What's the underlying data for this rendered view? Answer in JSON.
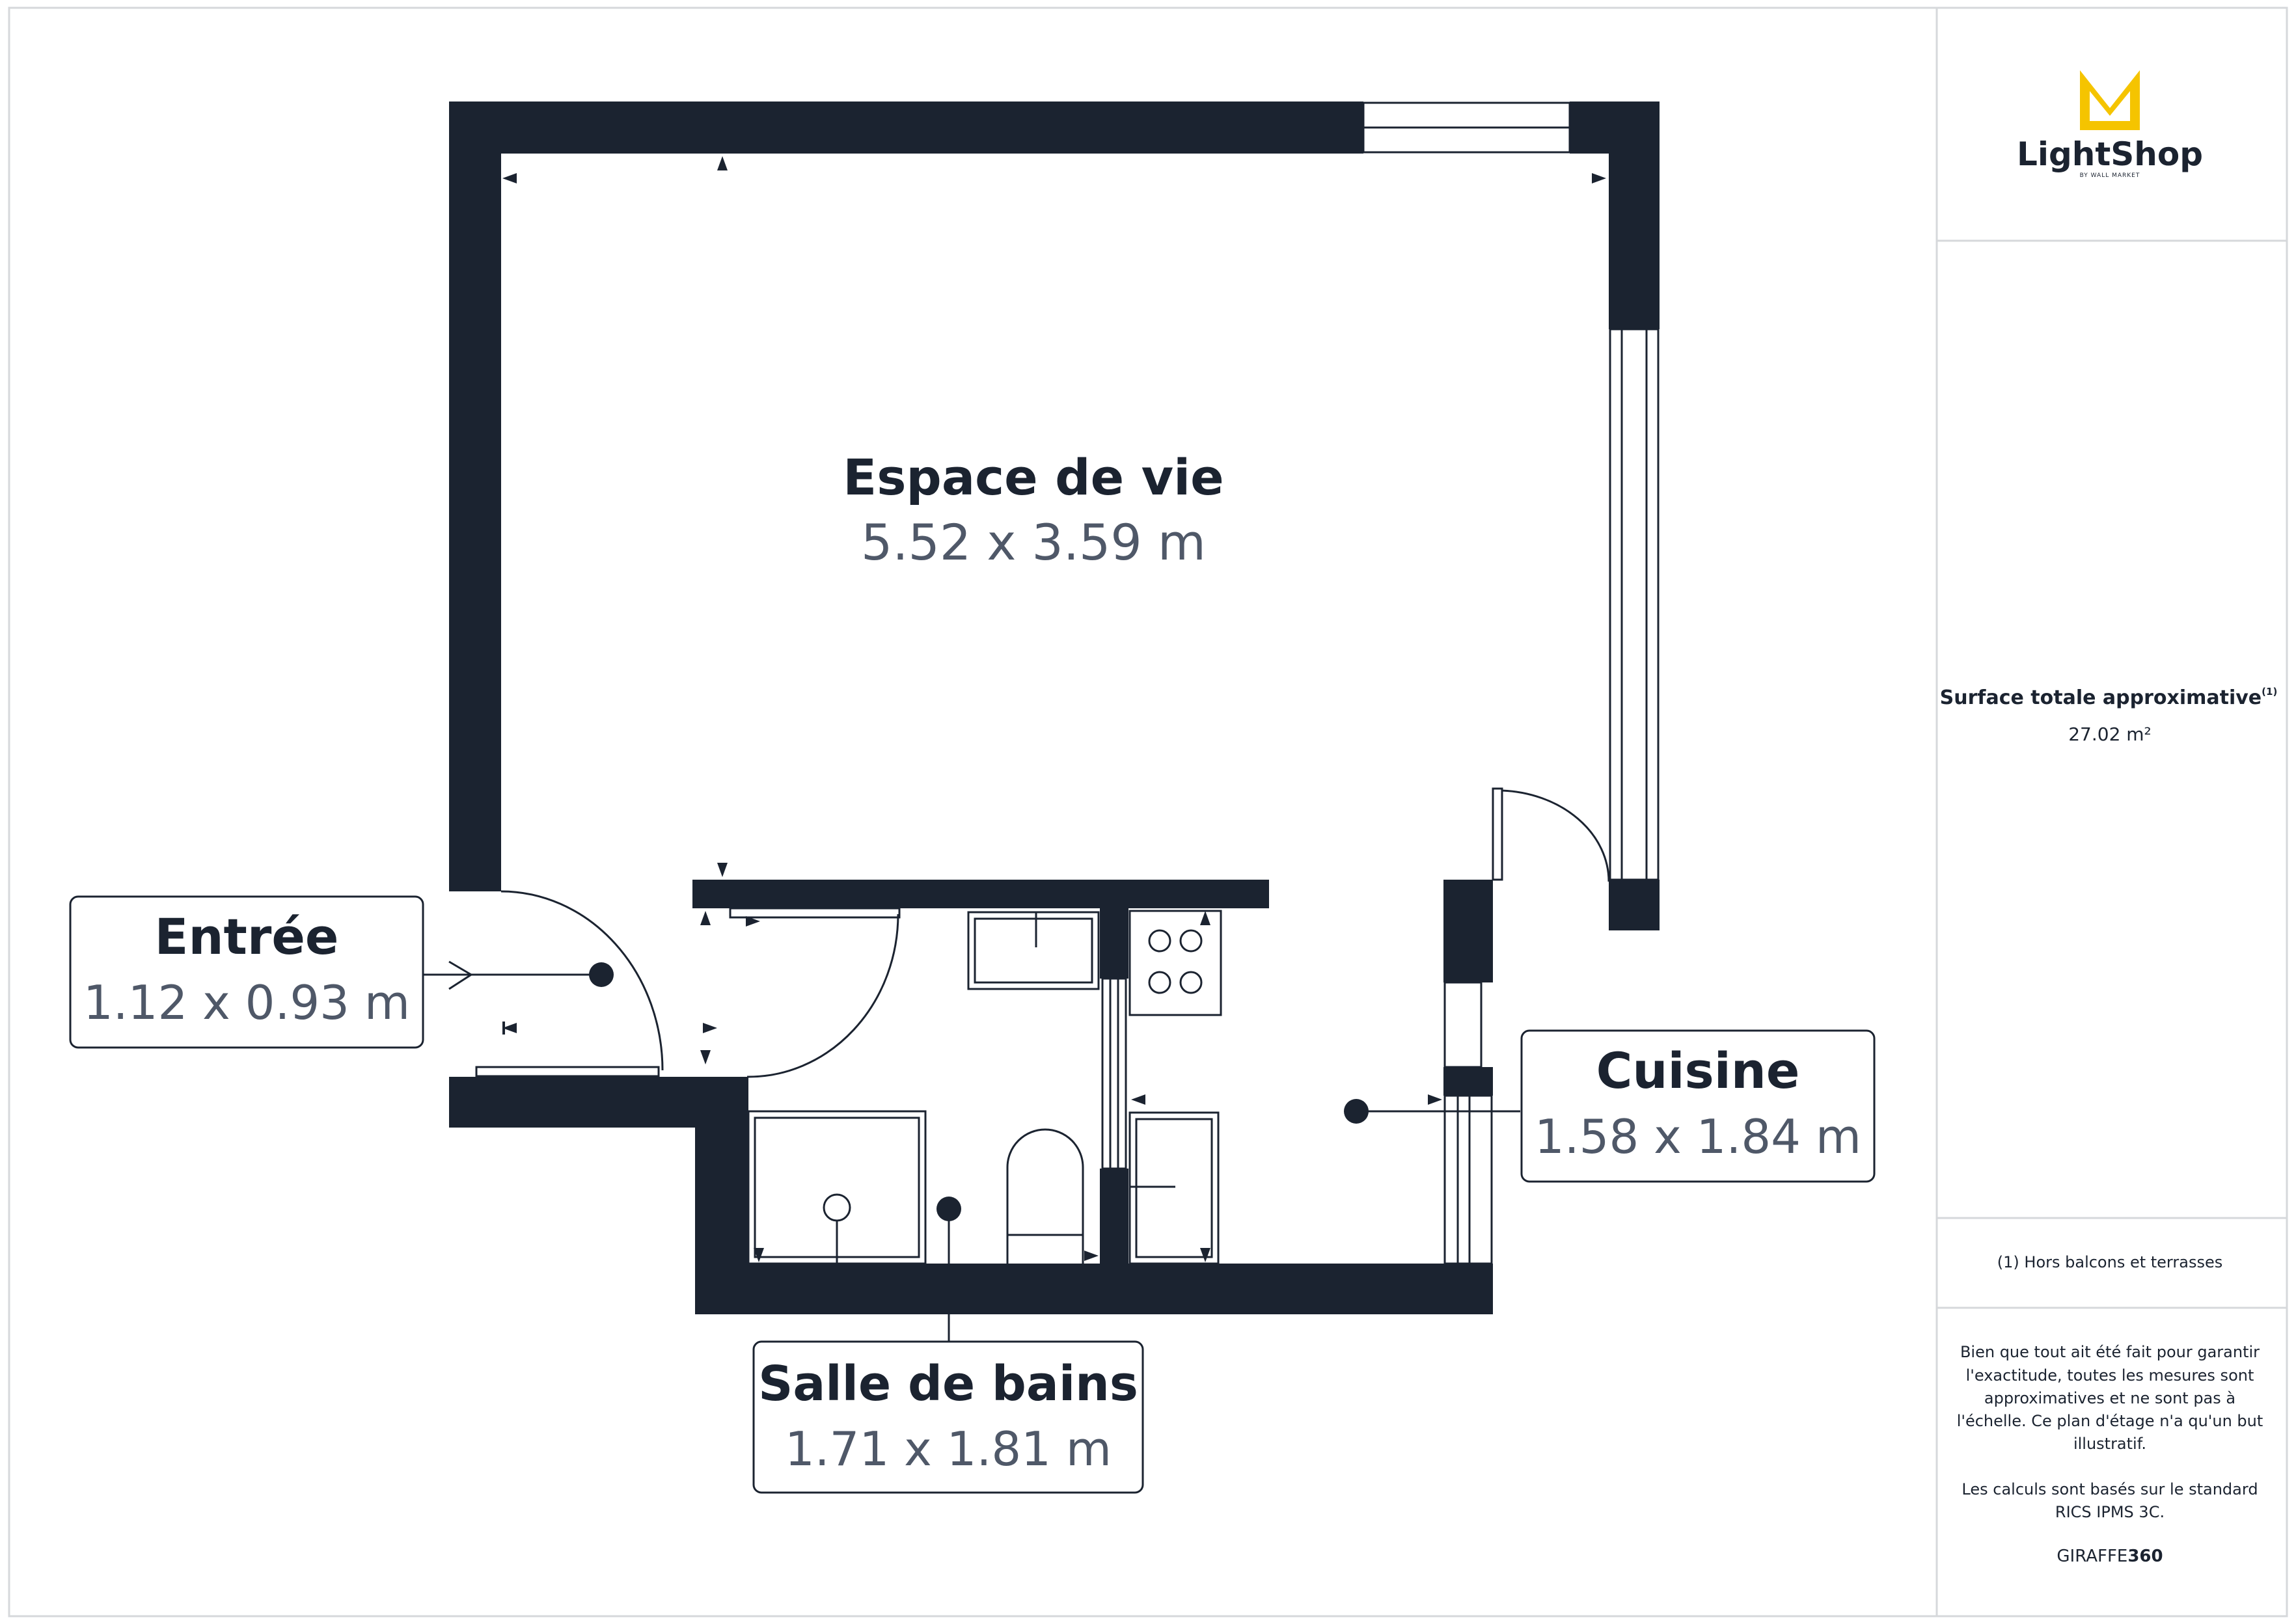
{
  "colors": {
    "wall": "#1b2330",
    "text_dark": "#1b2330",
    "text_muted": "#4f5868",
    "border": "#d6d8db",
    "brand_accent": "#f5c400"
  },
  "brand": {
    "logo_text": "LightShop",
    "logo_subtext": "BY WALL MARKET",
    "logo_icon": "crown-logo-icon"
  },
  "rooms": [
    {
      "id": "espace-de-vie",
      "name": "Espace de vie",
      "dims": "5.52 x 3.59 m"
    },
    {
      "id": "entree",
      "name": "Entrée",
      "dims": "1.12 x 0.93 m"
    },
    {
      "id": "cuisine",
      "name": "Cuisine",
      "dims": "1.58 x 1.84 m"
    },
    {
      "id": "salle-de-bains",
      "name": "Salle de bains",
      "dims": "1.71 x 1.81 m"
    }
  ],
  "summary": {
    "label": "Surface totale approximative",
    "footnote_mark": "(1)",
    "value": "27.02 m²"
  },
  "footnote": "(1) Hors balcons et terrasses",
  "disclaimer": {
    "lines": [
      "Bien que tout ait été fait pour garantir",
      "l'exactitude, toutes les mesures sont",
      "approximatives et ne sont pas à",
      "l'échelle. Ce plan d'étage n'a qu'un but",
      "illustratif."
    ],
    "standard_lines": [
      "Les calculs sont basés sur le standard",
      "RICS IPMS 3C."
    ]
  },
  "credit": {
    "prefix": "GIRAFFE",
    "suffix": "360"
  }
}
